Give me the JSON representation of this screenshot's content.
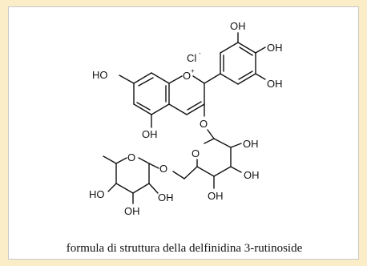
{
  "diagram": {
    "caption": "formula di struttura della delfinidina 3-rutinoside",
    "counter_ion": "Cl",
    "counter_ion_charge": "-",
    "oxonium_label": "O",
    "oxonium_charge": "+",
    "labels": {
      "OH": "OH",
      "HO": "HO",
      "O": "O"
    },
    "colors": {
      "background": "#fbedc8",
      "panel": "#ffffff",
      "ink": "#111111"
    }
  }
}
